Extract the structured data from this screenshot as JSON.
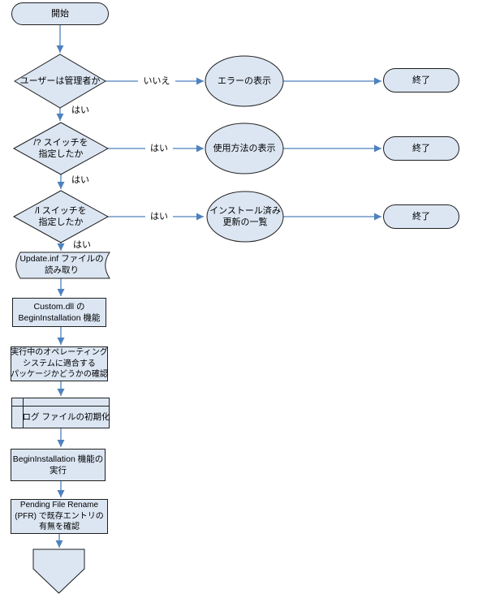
{
  "colors": {
    "background": "#ffffff",
    "shape_fill": "#dce6f3",
    "shape_border": "#1f1f1f",
    "arrow": "#4f81bd",
    "text": "#000000"
  },
  "nodes": {
    "start": "開始",
    "decision_admin": "ユーザーは管理者か",
    "error_display": "エラーの表示",
    "end_1": "終了",
    "decision_help_switch": "/? スイッチを\n指定したか",
    "usage_display": "使用方法の表示",
    "end_2": "終了",
    "decision_list_switch": "/l スイッチを\n指定したか",
    "installed_updates_list": "インストール済み\n更新の一覧",
    "end_3": "終了",
    "read_update_inf": "Update.inf ファイルの\n読み取り",
    "custom_dll_begin": "Custom.dll の\nBeginInstallation 機能",
    "os_package_check": "実行中のオペレーティング\nシステムに適合する\nパッケージかどうかの確認",
    "log_init": "ログ ファイルの初期化",
    "begin_installation_run": "BeginInstallation 機能の\n実行",
    "pfr_check": "Pending File Rename\n(PFR) で既存エントリの\n有無を確認"
  },
  "edge_labels": {
    "d1_no": "いいえ",
    "d1_down_yes": "はい",
    "d2_right_yes": "はい",
    "d2_down_yes": "はい",
    "d3_right_yes": "はい",
    "d3_down_yes": "はい"
  }
}
